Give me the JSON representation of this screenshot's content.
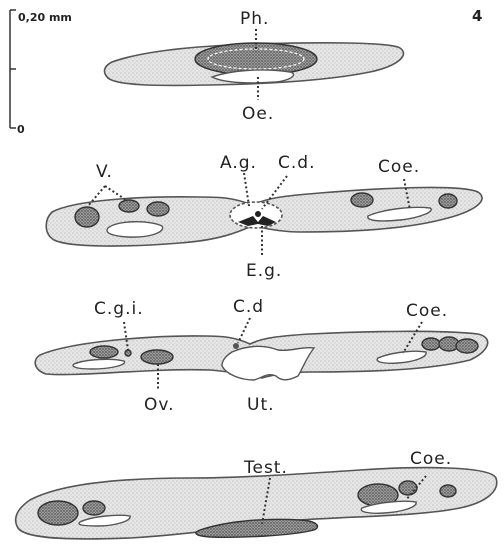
{
  "figure_number": "4",
  "scale_bar": {
    "top_label": "0,20 mm",
    "bottom_label": "0"
  },
  "section1": {
    "labels": {
      "pharynx": "Ph.",
      "oesophagus": "Oe."
    }
  },
  "section2": {
    "labels": {
      "vitellaria": "V.",
      "genital_atrium": "A.g.",
      "ductus": "C.d.",
      "coelom": "Coe.",
      "ejaculatory": "E.g."
    }
  },
  "section3": {
    "labels": {
      "c_g_i": "C.g.i.",
      "ductus": "C.d",
      "coelom": "Coe.",
      "ovary": "Ov.",
      "uterus": "Ut."
    }
  },
  "section4": {
    "labels": {
      "testis": "Test.",
      "coelom": "Coe."
    }
  },
  "colors": {
    "stipple_bg": "#e6e6e6",
    "stipple_dot": "#9a9a9a",
    "ink": "#222222"
  }
}
